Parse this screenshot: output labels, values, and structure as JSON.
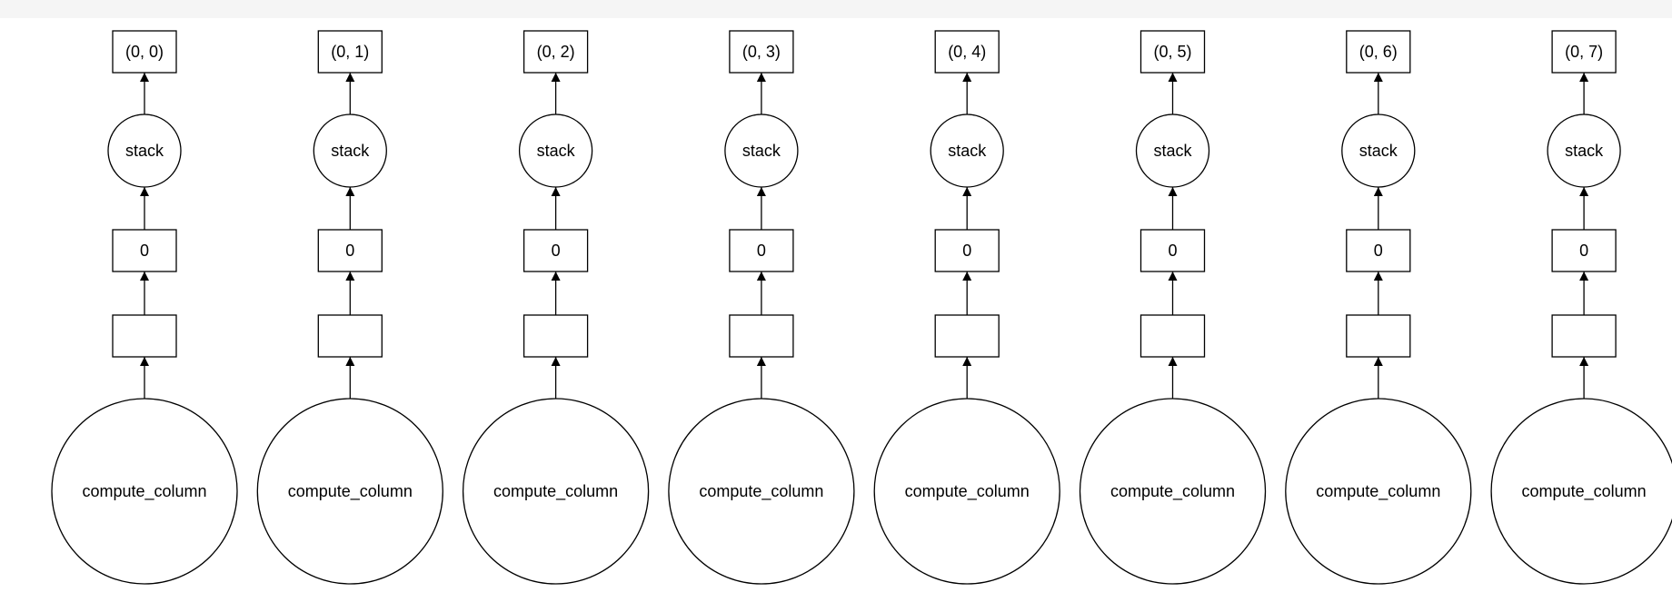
{
  "colors": {
    "topbar": "#f5f5f5",
    "stroke": "#000000",
    "node_fill": "#ffffff"
  },
  "columns": [
    {
      "output_label": "(0, 0)",
      "op_label": "stack",
      "index_label": "0",
      "empty_label": "",
      "source_label": "compute_column"
    },
    {
      "output_label": "(0, 1)",
      "op_label": "stack",
      "index_label": "0",
      "empty_label": "",
      "source_label": "compute_column"
    },
    {
      "output_label": "(0, 2)",
      "op_label": "stack",
      "index_label": "0",
      "empty_label": "",
      "source_label": "compute_column"
    },
    {
      "output_label": "(0, 3)",
      "op_label": "stack",
      "index_label": "0",
      "empty_label": "",
      "source_label": "compute_column"
    },
    {
      "output_label": "(0, 4)",
      "op_label": "stack",
      "index_label": "0",
      "empty_label": "",
      "source_label": "compute_column"
    },
    {
      "output_label": "(0, 5)",
      "op_label": "stack",
      "index_label": "0",
      "empty_label": "",
      "source_label": "compute_column"
    },
    {
      "output_label": "(0, 6)",
      "op_label": "stack",
      "index_label": "0",
      "empty_label": "",
      "source_label": "compute_column"
    },
    {
      "output_label": "(0, 7)",
      "op_label": "stack",
      "index_label": "0",
      "empty_label": "",
      "source_label": "compute_column"
    }
  ]
}
